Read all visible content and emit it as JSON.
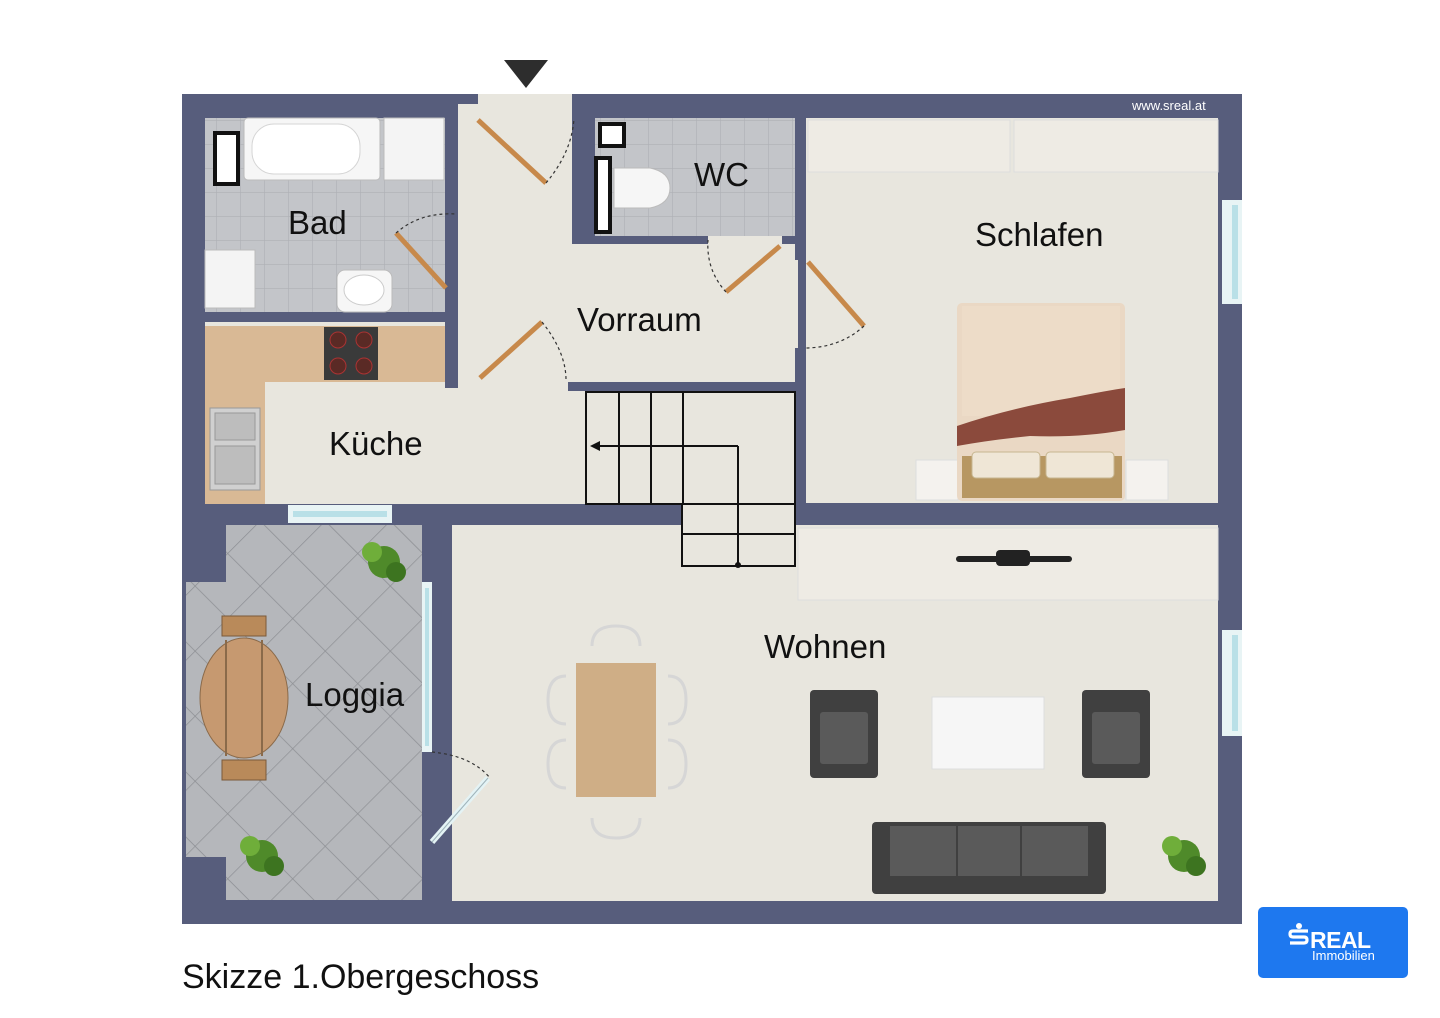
{
  "watermark": "www.sreal.at",
  "rooms": {
    "bad": "Bad",
    "wc": "WC",
    "schlafen": "Schlafen",
    "vorraum": "Vorraum",
    "kueche": "Küche",
    "loggia": "Loggia",
    "wohnen": "Wohnen"
  },
  "caption": "Skizze 1.Obergeschoss",
  "logo": {
    "brand": "REAL",
    "sub": "Immobilien"
  },
  "colors": {
    "wall": "#575d7c",
    "floor": "#e8e6de",
    "tile": "#c6c8cc",
    "loggia": "#b6b8bc",
    "wood": "#c7894b",
    "logo": "#1e78ef"
  }
}
